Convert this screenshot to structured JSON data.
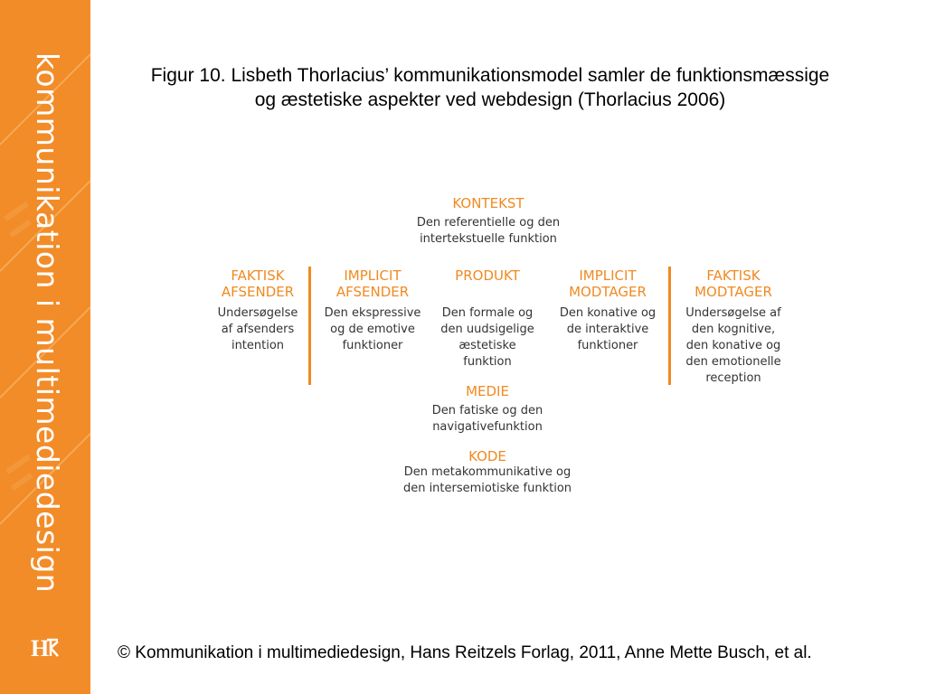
{
  "sidebar": {
    "title": "kommunikation i multimediedesign",
    "logo_text": "H",
    "colors": {
      "background": "#f28c28",
      "text": "#ffffff"
    }
  },
  "caption": {
    "line1": "Figur 10. Lisbeth Thorlacius’ kommunikationsmodel samler de funktionsmæssige",
    "line2": "og æstetiske aspekter ved webdesign (Thorlacius 2006)"
  },
  "model": {
    "accent_color": "#f08a22",
    "kontekst": {
      "heading": "KONTEKST",
      "desc": "Den referentielle og den\nintertekstuelle funktion"
    },
    "faktisk_afsender": {
      "heading": "FAKTISK\nAFSENDER",
      "desc": "Undersøgelse\naf afsenders\nintention"
    },
    "implicit_afsender": {
      "heading": "IMPLICIT\nAFSENDER",
      "desc": "Den ekspressive\nog de emotive\nfunktioner"
    },
    "produkt": {
      "heading": "PRODUKT",
      "desc": "Den formale og\nden uudsigelige\næstetiske\nfunktion"
    },
    "implicit_modtager": {
      "heading": "IMPLICIT\nMODTAGER",
      "desc": "Den konative og\nde interaktive\nfunktioner"
    },
    "faktisk_modtager": {
      "heading": "FAKTISK\nMODTAGER",
      "desc": "Undersøgelse af\nden kognitive,\nden konative og\nden emotionelle\nreception"
    },
    "medie": {
      "heading": "MEDIE",
      "desc": "Den fatiske og den\nnavigativefunktion"
    },
    "kode": {
      "heading": "KODE",
      "desc": "Den metakommunikative og\nden intersemiotiske funktion"
    }
  },
  "footer": {
    "text": "© Kommunikation i multimediedesign, Hans Reitzels Forlag, 2011, Anne Mette Busch, et al."
  }
}
